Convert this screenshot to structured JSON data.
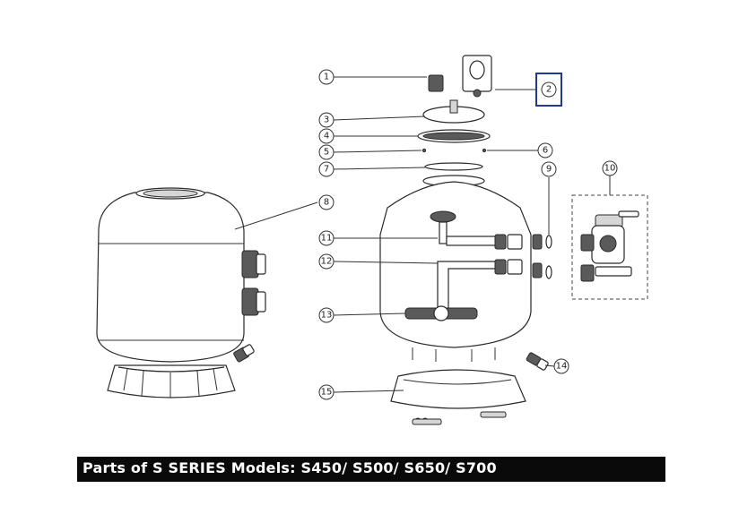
{
  "callouts": {
    "c1": "1",
    "c2": "2",
    "c3": "3",
    "c4": "4",
    "c5": "5",
    "c6": "6",
    "c7": "7",
    "c8": "8",
    "c9": "9",
    "c10": "10",
    "c11": "11",
    "c12": "12",
    "c13": "13",
    "c14": "14",
    "c15": "15"
  },
  "highlight_color": "#1f3a93",
  "caption": {
    "text": "Parts of S SERIES Models: S450/ S500/ S650/ S700"
  }
}
